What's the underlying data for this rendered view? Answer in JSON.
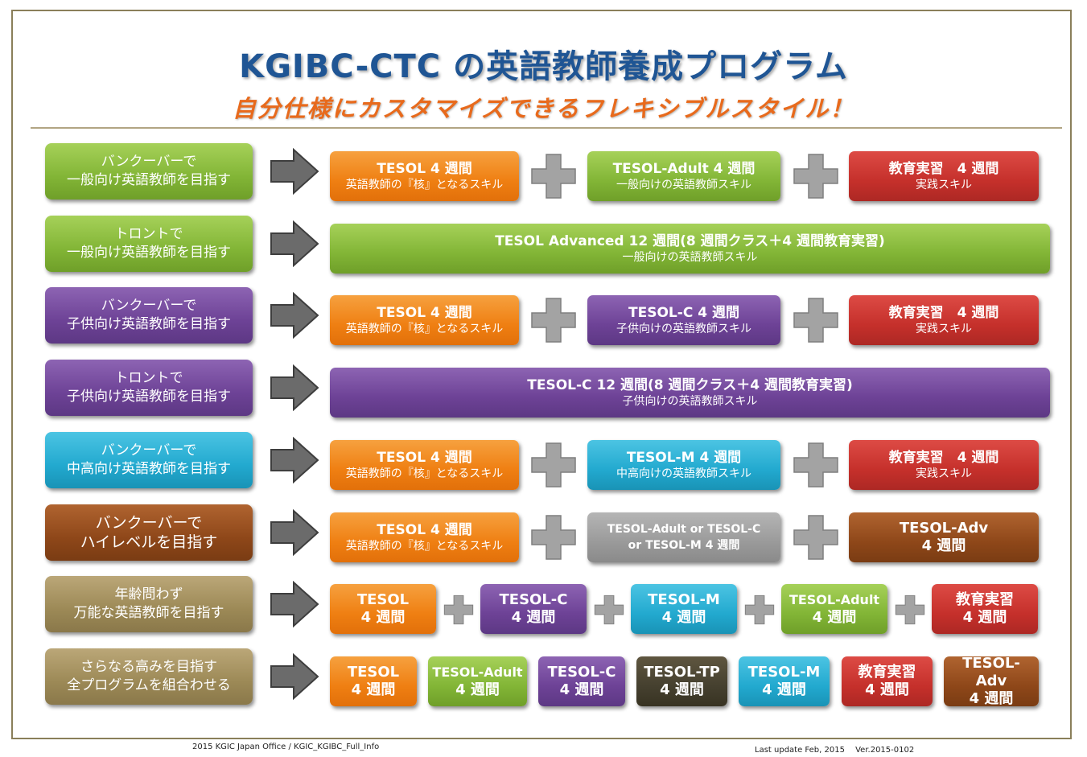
{
  "header": {
    "title": "KGIBC-CTC の英語教師養成プログラム",
    "subtitle": "自分仕様にカスタマイズできるフレキシブルスタイル！"
  },
  "rows": [
    {
      "goal": [
        "バンクーバーで",
        "一般向け英語教師を目指す"
      ],
      "goal_color": "#7db53a",
      "courses": [
        {
          "title": "TESOL 4 週間",
          "sub": "英語教師の『核』となるスキル",
          "color": "#ef7f12"
        },
        {
          "title": "TESOL-Adult 4 週間",
          "sub": "一般向けの英語教師スキル",
          "color": "#82b536"
        },
        {
          "title": "教育実習　4 週間",
          "sub": "実践スキル",
          "color": "#c5302b"
        }
      ]
    },
    {
      "goal": [
        "トロントで",
        "一般向け英語教師を目指す"
      ],
      "goal_color": "#7db53a",
      "courses": [
        {
          "title": "TESOL Advanced 12 週間(8 週間クラス＋4 週間教育実習)",
          "sub": "一般向けの英語教師スキル",
          "color": "#82b536"
        }
      ]
    },
    {
      "goal": [
        "バンクーバーで",
        "子供向け英語教師を目指す"
      ],
      "goal_color": "#6d4296",
      "courses": [
        {
          "title": "TESOL 4 週間",
          "sub": "英語教師の『核』となるスキル",
          "color": "#ef7f12"
        },
        {
          "title": "TESOL-C 4 週間",
          "sub": "子供向けの英語教師スキル",
          "color": "#6d4296"
        },
        {
          "title": "教育実習　4 週間",
          "sub": "実践スキル",
          "color": "#c5302b"
        }
      ]
    },
    {
      "goal": [
        "トロントで",
        "子供向け英語教師を目指す"
      ],
      "goal_color": "#6d4296",
      "courses": [
        {
          "title": "TESOL-C 12 週間(8 週間クラス＋4 週間教育実習)",
          "sub": "子供向けの英語教師スキル",
          "color": "#6d4296"
        }
      ]
    },
    {
      "goal": [
        "バンクーバーで",
        "中高向け英語教師を目指す"
      ],
      "goal_color": "#22a9cf",
      "courses": [
        {
          "title": "TESOL 4 週間",
          "sub": "英語教師の『核』となるスキル",
          "color": "#ef7f12"
        },
        {
          "title": "TESOL-M 4 週間",
          "sub": "中高向けの英語教師スキル",
          "color": "#22a9cf"
        },
        {
          "title": "教育実習　4 週間",
          "sub": "実践スキル",
          "color": "#c5302b"
        }
      ]
    },
    {
      "goal": [
        "バンクーバーで",
        "ハイレベルを目指す"
      ],
      "goal_color": "#8e4719",
      "courses": [
        {
          "title": "TESOL 4 週間",
          "sub": "英語教師の『核』となるスキル",
          "color": "#ef7f12"
        },
        {
          "title": "TESOL-Adult or TESOL-C",
          "sub": "or TESOL-M 4 週間",
          "color": "#9a9a9a"
        },
        {
          "title": "TESOL-Adv",
          "sub": "4 週間",
          "color": "#8e4719"
        }
      ]
    },
    {
      "goal": [
        "年齢問わず",
        "万能な英語教師を目指す"
      ],
      "goal_color": "#9c8956",
      "courses": [
        {
          "title": "TESOL",
          "sub": "4 週間",
          "color": "#ef7f12"
        },
        {
          "title": "TESOL-C",
          "sub": "4 週間",
          "color": "#6d4296"
        },
        {
          "title": "TESOL-M",
          "sub": "4 週間",
          "color": "#22a9cf"
        },
        {
          "title": "TESOL-Adult",
          "sub": "4 週間",
          "color": "#82b536"
        },
        {
          "title": "教育実習",
          "sub": "4 週間",
          "color": "#c5302b"
        }
      ]
    },
    {
      "goal": [
        "さらなる高みを目指す",
        "全プログラムを組合わせる"
      ],
      "goal_color": "#9c8956",
      "courses": [
        {
          "title": "TESOL",
          "sub": "4 週間",
          "color": "#ef7f12"
        },
        {
          "title": "TESOL-Adult",
          "sub": "4 週間",
          "color": "#82b536"
        },
        {
          "title": "TESOL-C",
          "sub": "4 週間",
          "color": "#6d4296"
        },
        {
          "title": "TESOL-TP",
          "sub": "4 週間",
          "color": "#45402f"
        },
        {
          "title": "TESOL-M",
          "sub": "4 週間",
          "color": "#22a9cf"
        },
        {
          "title": "教育実習",
          "sub": "4 週間",
          "color": "#c5302b"
        },
        {
          "title": "TESOL-Adv",
          "sub": "4 週間",
          "color": "#8e4719"
        }
      ]
    }
  ],
  "footer": {
    "left": "2015 KGIC Japan Office / KGIC_KGIBC_Full_Info",
    "right": "Last update Feb, 2015　 Ver.2015-0102"
  }
}
